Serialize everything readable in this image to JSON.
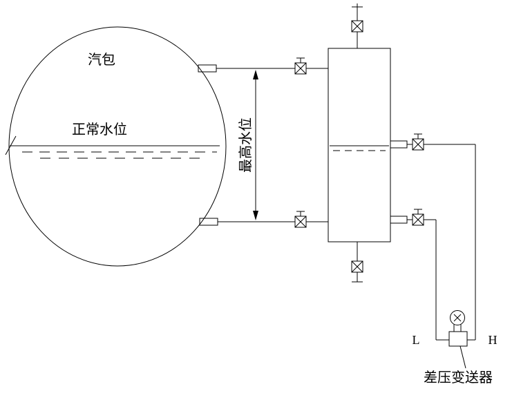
{
  "diagram": {
    "drum_label": "汽包",
    "normal_water_level_label": "正常水位",
    "max_water_level_label": "最高水位",
    "low_side_label": "L",
    "high_side_label": "H",
    "transmitter_label": "差压变送器",
    "colors": {
      "line": "#000000",
      "background": "#ffffff"
    }
  }
}
